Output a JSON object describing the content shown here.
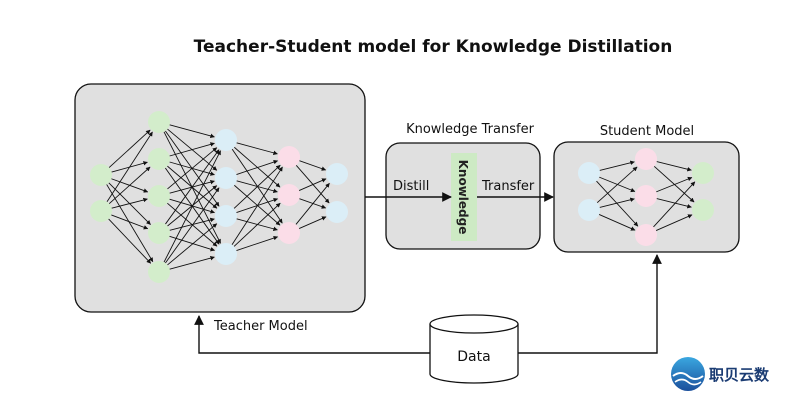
{
  "title": "Teacher-Student model for Knowledge Distillation",
  "teacher": {
    "label": "Teacher Model"
  },
  "transfer": {
    "label": "Knowledge Transfer",
    "center_label": "Knowledge"
  },
  "student": {
    "label": "Student Model"
  },
  "edges": {
    "distill": "Distill",
    "transfer": "Transfer"
  },
  "data": {
    "label": "Data"
  },
  "logo": {
    "text": "职贝云数"
  },
  "colors": {
    "green": "#d3edcb",
    "blue": "#dbeef7",
    "pink": "#fbdde8",
    "box": "#e0e0e0",
    "knowledge_bar": "#cdeac4"
  }
}
